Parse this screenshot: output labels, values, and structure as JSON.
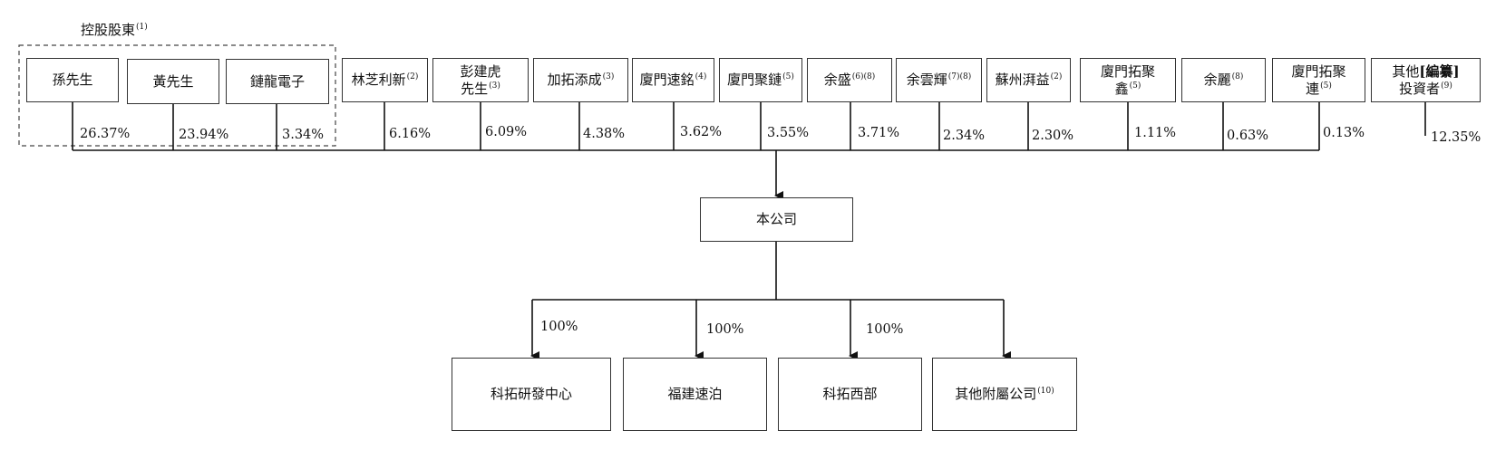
{
  "group": {
    "label": "控股股東",
    "note": "(1)"
  },
  "shareholders": [
    {
      "id": "sun",
      "label": "孫先生",
      "note": "",
      "pct": "26.37%"
    },
    {
      "id": "huang",
      "label": "黃先生",
      "note": "",
      "pct": "23.94%"
    },
    {
      "id": "lian",
      "label": "鏈龍電子",
      "note": "",
      "pct": "3.34%"
    },
    {
      "id": "lin",
      "label": "林芝利新",
      "note": "(2)",
      "pct": "6.16%"
    },
    {
      "id": "peng",
      "label": "彭建虎",
      "label2": "先生",
      "note": "(3)",
      "pct": "6.09%"
    },
    {
      "id": "jiatuo",
      "label": "加拓添成",
      "note": "(3)",
      "pct": "4.38%"
    },
    {
      "id": "xmsuming",
      "label": "廈門速銘",
      "note": "(4)",
      "pct": "3.62%"
    },
    {
      "id": "xmjulian",
      "label": "廈門聚鏈",
      "note": "(5)",
      "pct": "3.55%"
    },
    {
      "id": "yusheng",
      "label": "余盛",
      "note": "(6)(8)",
      "pct": "3.71%"
    },
    {
      "id": "yuyunhui",
      "label": "余雲輝",
      "note": "(7)(8)",
      "pct": "2.34%"
    },
    {
      "id": "suzhou",
      "label": "蘇州湃益",
      "note": "(2)",
      "pct": "2.30%"
    },
    {
      "id": "xmtjx",
      "label": "廈門拓聚",
      "label2": "鑫",
      "note": "(5)",
      "pct": "1.11%"
    },
    {
      "id": "yuli",
      "label": "余麗",
      "note": "(8)",
      "pct": "0.63%"
    },
    {
      "id": "xmtjl",
      "label": "廈門拓聚",
      "label2": "連",
      "note": "(5)",
      "pct": "0.13%"
    },
    {
      "id": "others",
      "label": "其他",
      "label_bold": "[編纂]",
      "label2": "投資者",
      "note": "(9)",
      "pct": "12.35%"
    }
  ],
  "company": {
    "label": "本公司"
  },
  "subsidiaries": [
    {
      "id": "rd",
      "label": "科拓研發中心",
      "note": "",
      "pct": "100%"
    },
    {
      "id": "fj",
      "label": "福建速泊",
      "note": "",
      "pct": "100%"
    },
    {
      "id": "west",
      "label": "科拓西部",
      "note": "",
      "pct": "100%"
    },
    {
      "id": "other",
      "label": "其他附屬公司",
      "note": "(10)",
      "pct": ""
    }
  ],
  "colors": {
    "line": "#111111",
    "box_border": "#333333",
    "dash": "#444444"
  }
}
